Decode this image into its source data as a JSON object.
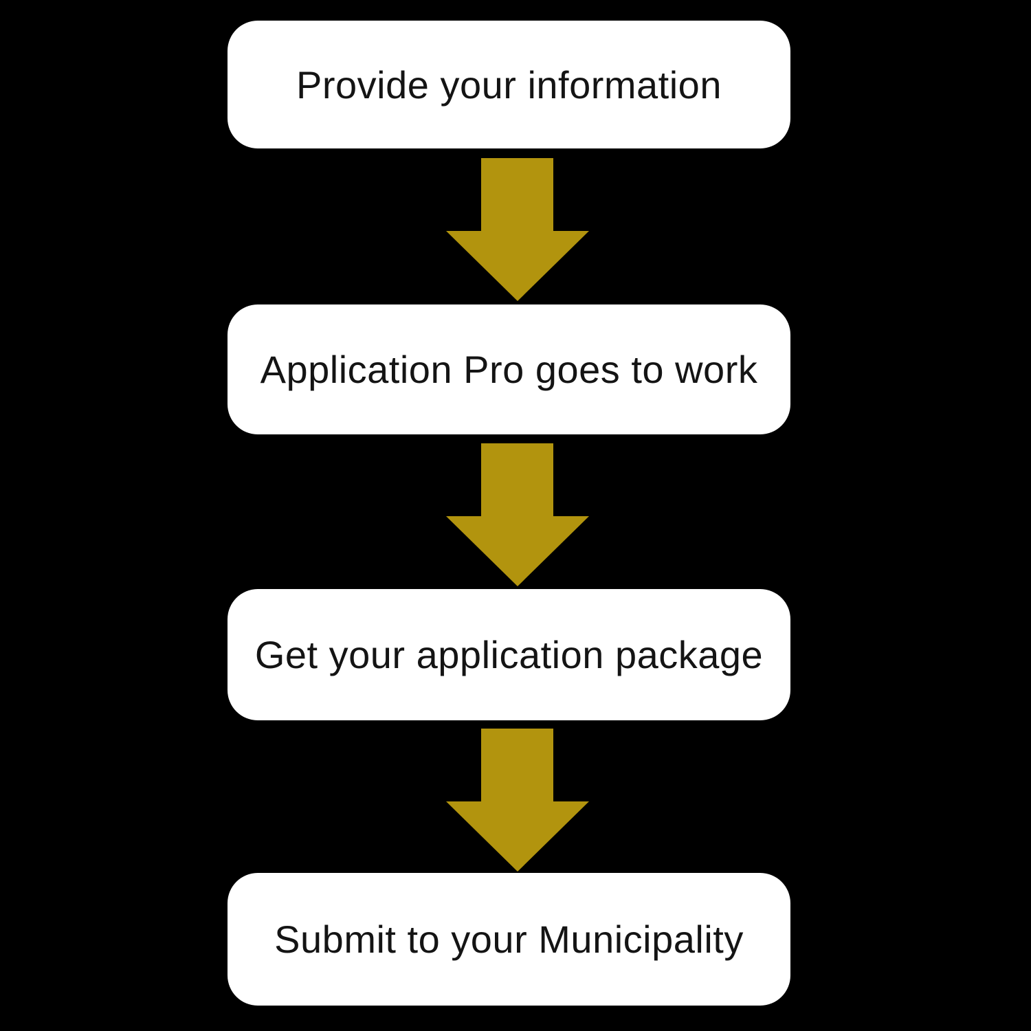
{
  "colors": {
    "background": "#000000",
    "box_background": "#ffffff",
    "box_text": "#141414",
    "arrow": "#b2940e"
  },
  "steps": [
    {
      "label": "Provide your information"
    },
    {
      "label": "Application Pro goes to work"
    },
    {
      "label": "Get your application package"
    },
    {
      "label": "Submit to your Municipality"
    }
  ]
}
